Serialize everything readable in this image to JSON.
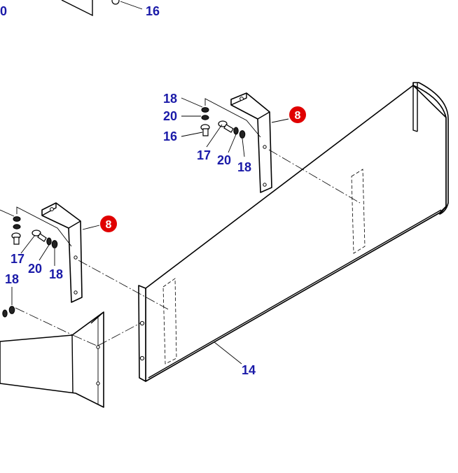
{
  "colors": {
    "callout_text": "#1a1aa8",
    "badge_fill": "#e00000",
    "badge_text": "#ffffff",
    "line": "#000000",
    "background": "#ffffff"
  },
  "callouts": {
    "top_left_0": "0",
    "top_16": "16",
    "a_18": "18",
    "a_20": "20",
    "a_16": "16",
    "a_17": "17",
    "a_20b": "20",
    "a_18b": "18",
    "a_badge": "8",
    "b_17": "17",
    "b_20": "20",
    "b_18": "18",
    "b_badge": "8",
    "c_18": "18",
    "part_14": "14"
  }
}
